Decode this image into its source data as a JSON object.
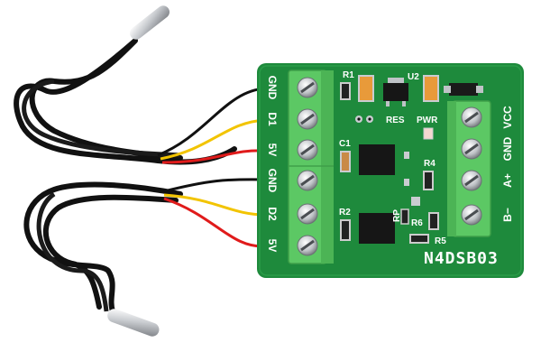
{
  "board": {
    "model": "N4DSB03",
    "colors": {
      "pcb": "#1e8a3c",
      "terminal": "#5cc864",
      "wire_black": "#111111",
      "wire_yellow": "#f2c400",
      "wire_red": "#e01b1b"
    },
    "left_terminal_labels": [
      "GND",
      "D1",
      "5V",
      "GND",
      "D2",
      "5V"
    ],
    "right_terminal_labels": [
      "VCC",
      "GND",
      "A+",
      "B−"
    ],
    "component_labels": {
      "r1": "R1",
      "u2": "U2",
      "res": "RES",
      "pwr": "PWR",
      "c1": "C1",
      "r4": "R4",
      "r2": "R2",
      "rp": "RP",
      "r6": "R6",
      "r5": "R5"
    }
  },
  "sensors": [
    {
      "name": "temperature-probe-1"
    },
    {
      "name": "temperature-probe-2"
    }
  ]
}
